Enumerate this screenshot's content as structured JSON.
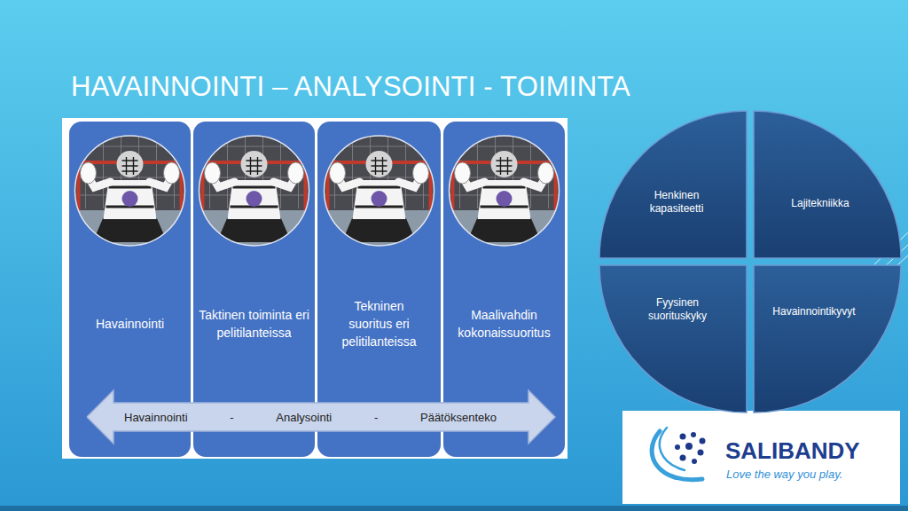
{
  "diagram": {
    "title": "HAVAINNOINTI – ANALYSOINTI - TOIMINTA",
    "nodes": [
      {
        "text": [
          "Havainnointi"
        ]
      },
      {
        "text": [
          "Taktinen toiminta eri pelitilanteissa"
        ]
      },
      {
        "text": [
          "Tekninen suoritus eri pelitilanteissa"
        ]
      },
      {
        "text": [
          "Maalivahdin kokonaissuoritus"
        ]
      },
      {
        "text": [
          "Havainnointi",
          "-",
          "Analysointi",
          "-",
          "Päätöksenteko"
        ]
      },
      {
        "text": [
          "Henkinen kapasiteetti"
        ]
      },
      {
        "text": [
          "Lajitekniikka"
        ]
      },
      {
        "text": [
          "Fyysinen suorituskyky"
        ]
      },
      {
        "text": [
          "Havainnointikyvyt"
        ]
      },
      {
        "text": [
          "SALIBANDY",
          "Love the way you play."
        ]
      }
    ]
  }
}
